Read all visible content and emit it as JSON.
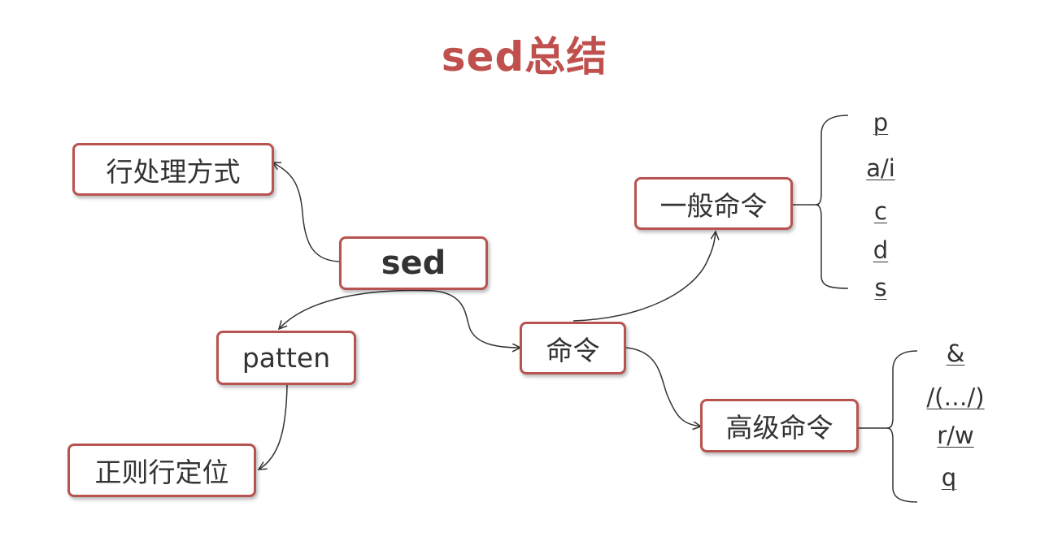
{
  "title": "sed总结",
  "colors": {
    "title": "#c0504d",
    "node_border": "#b85450",
    "line": "#333333"
  },
  "nodes": {
    "sed": "sed",
    "line_processing": "行处理方式",
    "pattern": "patten",
    "regex_locate": "正则行定位",
    "command": "命令",
    "general_command": "一般命令",
    "advanced_command": "高级命令"
  },
  "general_commands": [
    "p",
    "a/i",
    "c",
    "d",
    "s"
  ],
  "advanced_commands": [
    "&",
    "/(…/)",
    "r/w",
    "q"
  ]
}
